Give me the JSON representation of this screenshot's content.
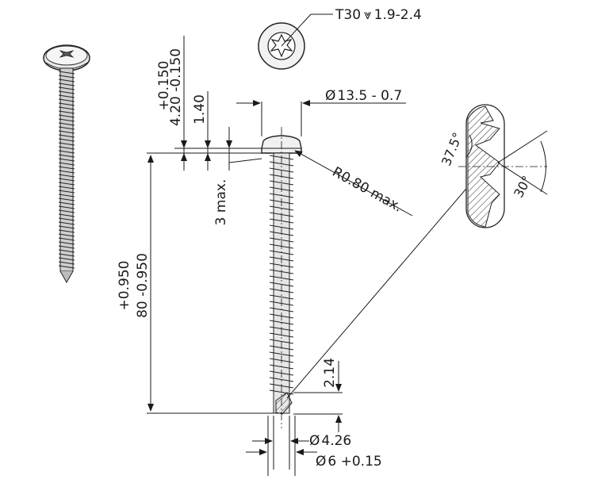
{
  "drawing": {
    "drive": {
      "symbol": "T30",
      "depth": "1.9-2.4"
    },
    "head_diameter": {
      "symbol": "Ø",
      "value": "13.5 - 0.7"
    },
    "head_radius": "R0.80 max.",
    "head_height_tol": {
      "upper": "+0.150",
      "lower": "4.20 -0.150"
    },
    "head_step": "1.40",
    "underhead": "3 max.",
    "length": {
      "upper": "+0.950",
      "lower": "80 -0.950"
    },
    "tip_length": "2.14",
    "core_diameter": {
      "symbol": "Ø",
      "value": "4.26"
    },
    "thread_diameter": {
      "symbol": "Ø",
      "value": "6 +0.15"
    },
    "thread_angles": {
      "flank": "37.5°",
      "total": "30°"
    }
  }
}
